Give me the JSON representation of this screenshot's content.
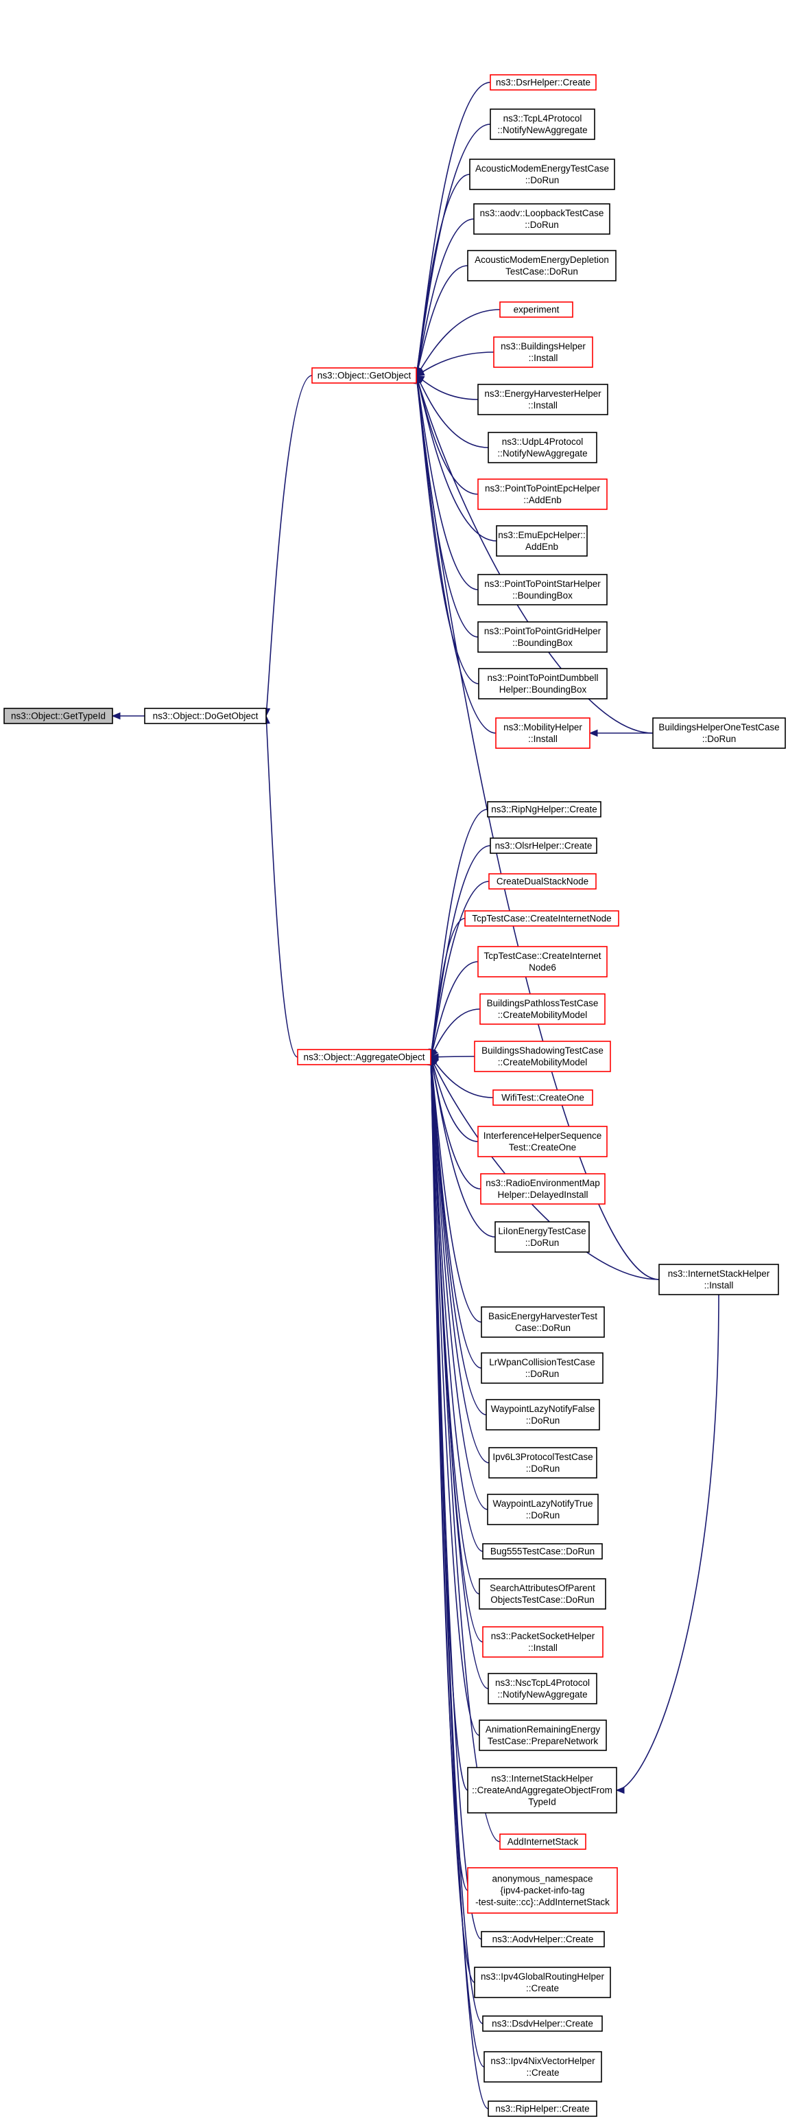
{
  "diagram": {
    "root": "ns3::Object::GetTypeId",
    "nodes": [
      {
        "id": "root",
        "lines": [
          "ns3::Object::GetTypeId"
        ],
        "style": "root"
      },
      {
        "id": "dogetobject",
        "lines": [
          "ns3::Object::DoGetObject"
        ],
        "style": "black"
      },
      {
        "id": "getobject",
        "lines": [
          "ns3::Object::GetObject"
        ],
        "style": "red"
      },
      {
        "id": "aggregateobject",
        "lines": [
          "ns3::Object::AggregateObject"
        ],
        "style": "red"
      },
      {
        "id": "dsrcreate",
        "lines": [
          "ns3::DsrHelper::Create"
        ],
        "style": "red"
      },
      {
        "id": "tcpl4notify",
        "lines": [
          "ns3::TcpL4Protocol",
          "::NotifyNewAggregate"
        ],
        "style": "black"
      },
      {
        "id": "acousticmodem",
        "lines": [
          "AcousticModemEnergyTestCase",
          "::DoRun"
        ],
        "style": "black"
      },
      {
        "id": "aodvloopback",
        "lines": [
          "ns3::aodv::LoopbackTestCase",
          "::DoRun"
        ],
        "style": "black"
      },
      {
        "id": "acousticdepletion",
        "lines": [
          "AcousticModemEnergyDepletion",
          "TestCase::DoRun"
        ],
        "style": "black"
      },
      {
        "id": "experiment",
        "lines": [
          "experiment"
        ],
        "style": "red"
      },
      {
        "id": "buildingsinstall",
        "lines": [
          "ns3::BuildingsHelper",
          "::Install"
        ],
        "style": "red"
      },
      {
        "id": "energyharvesterinstall",
        "lines": [
          "ns3::EnergyHarvesterHelper",
          "::Install"
        ],
        "style": "black"
      },
      {
        "id": "udpl4notify",
        "lines": [
          "ns3::UdpL4Protocol",
          "::NotifyNewAggregate"
        ],
        "style": "black"
      },
      {
        "id": "p2pepcaddenb",
        "lines": [
          "ns3::PointToPointEpcHelper",
          "::AddEnb"
        ],
        "style": "red"
      },
      {
        "id": "emuepcaddenb",
        "lines": [
          "ns3::EmuEpcHelper::",
          "AddEnb"
        ],
        "style": "black"
      },
      {
        "id": "p2pstarbbox",
        "lines": [
          "ns3::PointToPointStarHelper",
          "::BoundingBox"
        ],
        "style": "black"
      },
      {
        "id": "p2pgridbbox",
        "lines": [
          "ns3::PointToPointGridHelper",
          "::BoundingBox"
        ],
        "style": "black"
      },
      {
        "id": "p2pdumbbellbbox",
        "lines": [
          "ns3::PointToPointDumbbell",
          "Helper::BoundingBox"
        ],
        "style": "black"
      },
      {
        "id": "mobilityinstall",
        "lines": [
          "ns3::MobilityHelper",
          "::Install"
        ],
        "style": "red"
      },
      {
        "id": "buildingsonedorun",
        "lines": [
          "BuildingsHelperOneTestCase",
          "::DoRun"
        ],
        "style": "black"
      },
      {
        "id": "ripngcreate",
        "lines": [
          "ns3::RipNgHelper::Create"
        ],
        "style": "black"
      },
      {
        "id": "olsrcreate",
        "lines": [
          "ns3::OlsrHelper::Create"
        ],
        "style": "black"
      },
      {
        "id": "createdualstack",
        "lines": [
          "CreateDualStackNode"
        ],
        "style": "red"
      },
      {
        "id": "tcpcreateinternet",
        "lines": [
          "TcpTestCase::CreateInternetNode"
        ],
        "style": "red"
      },
      {
        "id": "tcpcreateinternet6",
        "lines": [
          "TcpTestCase::CreateInternet",
          "Node6"
        ],
        "style": "red"
      },
      {
        "id": "pathlossmobility",
        "lines": [
          "BuildingsPathlossTestCase",
          "::CreateMobilityModel"
        ],
        "style": "red"
      },
      {
        "id": "shadowingmobility",
        "lines": [
          "BuildingsShadowingTestCase",
          "::CreateMobilityModel"
        ],
        "style": "red"
      },
      {
        "id": "wifitestcreate",
        "lines": [
          "WifiTest::CreateOne"
        ],
        "style": "red"
      },
      {
        "id": "interferencecreate",
        "lines": [
          "InterferenceHelperSequence",
          "Test::CreateOne"
        ],
        "style": "red"
      },
      {
        "id": "remdelayed",
        "lines": [
          "ns3::RadioEnvironmentMap",
          "Helper::DelayedInstall"
        ],
        "style": "red"
      },
      {
        "id": "lionenergy",
        "lines": [
          "LiIonEnergyTestCase",
          "::DoRun"
        ],
        "style": "black"
      },
      {
        "id": "internetstackinstall",
        "lines": [
          "ns3::InternetStackHelper",
          "::Install"
        ],
        "style": "black"
      },
      {
        "id": "basicharvester",
        "lines": [
          "BasicEnergyHarvesterTest",
          "Case::DoRun"
        ],
        "style": "black"
      },
      {
        "id": "lrwpancollision",
        "lines": [
          "LrWpanCollisionTestCase",
          "::DoRun"
        ],
        "style": "black"
      },
      {
        "id": "waypointfalse",
        "lines": [
          "WaypointLazyNotifyFalse",
          "::DoRun"
        ],
        "style": "black"
      },
      {
        "id": "ipv6l3",
        "lines": [
          "Ipv6L3ProtocolTestCase",
          "::DoRun"
        ],
        "style": "black"
      },
      {
        "id": "waypointtrue",
        "lines": [
          "WaypointLazyNotifyTrue",
          "::DoRun"
        ],
        "style": "black"
      },
      {
        "id": "bug555",
        "lines": [
          "Bug555TestCase::DoRun"
        ],
        "style": "black"
      },
      {
        "id": "searchattributes",
        "lines": [
          "SearchAttributesOfParent",
          "ObjectsTestCase::DoRun"
        ],
        "style": "black"
      },
      {
        "id": "packetsocket",
        "lines": [
          "ns3::PacketSocketHelper",
          "::Install"
        ],
        "style": "red"
      },
      {
        "id": "nsctcpl4",
        "lines": [
          "ns3::NscTcpL4Protocol",
          "::NotifyNewAggregate"
        ],
        "style": "black"
      },
      {
        "id": "animationenergy",
        "lines": [
          "AnimationRemainingEnergy",
          "TestCase::PrepareNetwork"
        ],
        "style": "black"
      },
      {
        "id": "createaggregate",
        "lines": [
          "ns3::InternetStackHelper",
          "::CreateAndAggregateObjectFrom",
          "TypeId"
        ],
        "style": "black"
      },
      {
        "id": "addinternetstack",
        "lines": [
          "AddInternetStack"
        ],
        "style": "red"
      },
      {
        "id": "anonaddinternet",
        "lines": [
          "anonymous_namespace",
          "{ipv4-packet-info-tag",
          "-test-suite::cc}::AddInternetStack"
        ],
        "style": "red"
      },
      {
        "id": "aodvcreate",
        "lines": [
          "ns3::AodvHelper::Create"
        ],
        "style": "black"
      },
      {
        "id": "ipv4globalcreate",
        "lines": [
          "ns3::Ipv4GlobalRoutingHelper",
          "::Create"
        ],
        "style": "black"
      },
      {
        "id": "dsdvcreate",
        "lines": [
          "ns3::DsdvHelper::Create"
        ],
        "style": "black"
      },
      {
        "id": "ipv4nixcreate",
        "lines": [
          "ns3::Ipv4NixVectorHelper",
          "::Create"
        ],
        "style": "black"
      },
      {
        "id": "ripcreate",
        "lines": [
          "ns3::RipHelper::Create"
        ],
        "style": "black"
      }
    ],
    "edges": [
      {
        "from": "dogetobject",
        "to": "root"
      },
      {
        "from": "getobject",
        "to": "dogetobject"
      },
      {
        "from": "aggregateobject",
        "to": "dogetobject"
      },
      {
        "from": "dsrcreate",
        "to": "getobject"
      },
      {
        "from": "tcpl4notify",
        "to": "getobject"
      },
      {
        "from": "acousticmodem",
        "to": "getobject"
      },
      {
        "from": "aodvloopback",
        "to": "getobject"
      },
      {
        "from": "acousticdepletion",
        "to": "getobject"
      },
      {
        "from": "experiment",
        "to": "getobject"
      },
      {
        "from": "buildingsinstall",
        "to": "getobject"
      },
      {
        "from": "energyharvesterinstall",
        "to": "getobject"
      },
      {
        "from": "udpl4notify",
        "to": "getobject"
      },
      {
        "from": "p2pepcaddenb",
        "to": "getobject"
      },
      {
        "from": "emuepcaddenb",
        "to": "getobject"
      },
      {
        "from": "p2pstarbbox",
        "to": "getobject"
      },
      {
        "from": "p2pgridbbox",
        "to": "getobject"
      },
      {
        "from": "p2pdumbbellbbox",
        "to": "getobject"
      },
      {
        "from": "mobilityinstall",
        "to": "getobject"
      },
      {
        "from": "buildingsonedorun",
        "to": "getobject"
      },
      {
        "from": "buildingsonedorun",
        "to": "mobilityinstall"
      },
      {
        "from": "internetstackinstall",
        "to": "getobject"
      },
      {
        "from": "ripngcreate",
        "to": "aggregateobject"
      },
      {
        "from": "olsrcreate",
        "to": "aggregateobject"
      },
      {
        "from": "createdualstack",
        "to": "aggregateobject"
      },
      {
        "from": "tcpcreateinternet",
        "to": "aggregateobject"
      },
      {
        "from": "tcpcreateinternet6",
        "to": "aggregateobject"
      },
      {
        "from": "pathlossmobility",
        "to": "aggregateobject"
      },
      {
        "from": "shadowingmobility",
        "to": "aggregateobject"
      },
      {
        "from": "wifitestcreate",
        "to": "aggregateobject"
      },
      {
        "from": "interferencecreate",
        "to": "aggregateobject"
      },
      {
        "from": "remdelayed",
        "to": "aggregateobject"
      },
      {
        "from": "lionenergy",
        "to": "aggregateobject"
      },
      {
        "from": "internetstackinstall",
        "to": "aggregateobject"
      },
      {
        "from": "basicharvester",
        "to": "aggregateobject"
      },
      {
        "from": "lrwpancollision",
        "to": "aggregateobject"
      },
      {
        "from": "waypointfalse",
        "to": "aggregateobject"
      },
      {
        "from": "ipv6l3",
        "to": "aggregateobject"
      },
      {
        "from": "waypointtrue",
        "to": "aggregateobject"
      },
      {
        "from": "bug555",
        "to": "aggregateobject"
      },
      {
        "from": "searchattributes",
        "to": "aggregateobject"
      },
      {
        "from": "packetsocket",
        "to": "aggregateobject"
      },
      {
        "from": "nsctcpl4",
        "to": "aggregateobject"
      },
      {
        "from": "animationenergy",
        "to": "aggregateobject"
      },
      {
        "from": "createaggregate",
        "to": "aggregateobject"
      },
      {
        "from": "addinternetstack",
        "to": "aggregateobject"
      },
      {
        "from": "anonaddinternet",
        "to": "aggregateobject"
      },
      {
        "from": "aodvcreate",
        "to": "aggregateobject"
      },
      {
        "from": "ipv4globalcreate",
        "to": "aggregateobject"
      },
      {
        "from": "dsdvcreate",
        "to": "aggregateobject"
      },
      {
        "from": "ipv4nixcreate",
        "to": "aggregateobject"
      },
      {
        "from": "ripcreate",
        "to": "aggregateobject"
      },
      {
        "from": "internetstackinstall",
        "to": "createaggregate"
      }
    ],
    "colors": {
      "edge": "#191970",
      "node_border": "#000000",
      "node_border_highlight": "#ff0000",
      "root_fill": "#bfbfbf"
    }
  }
}
